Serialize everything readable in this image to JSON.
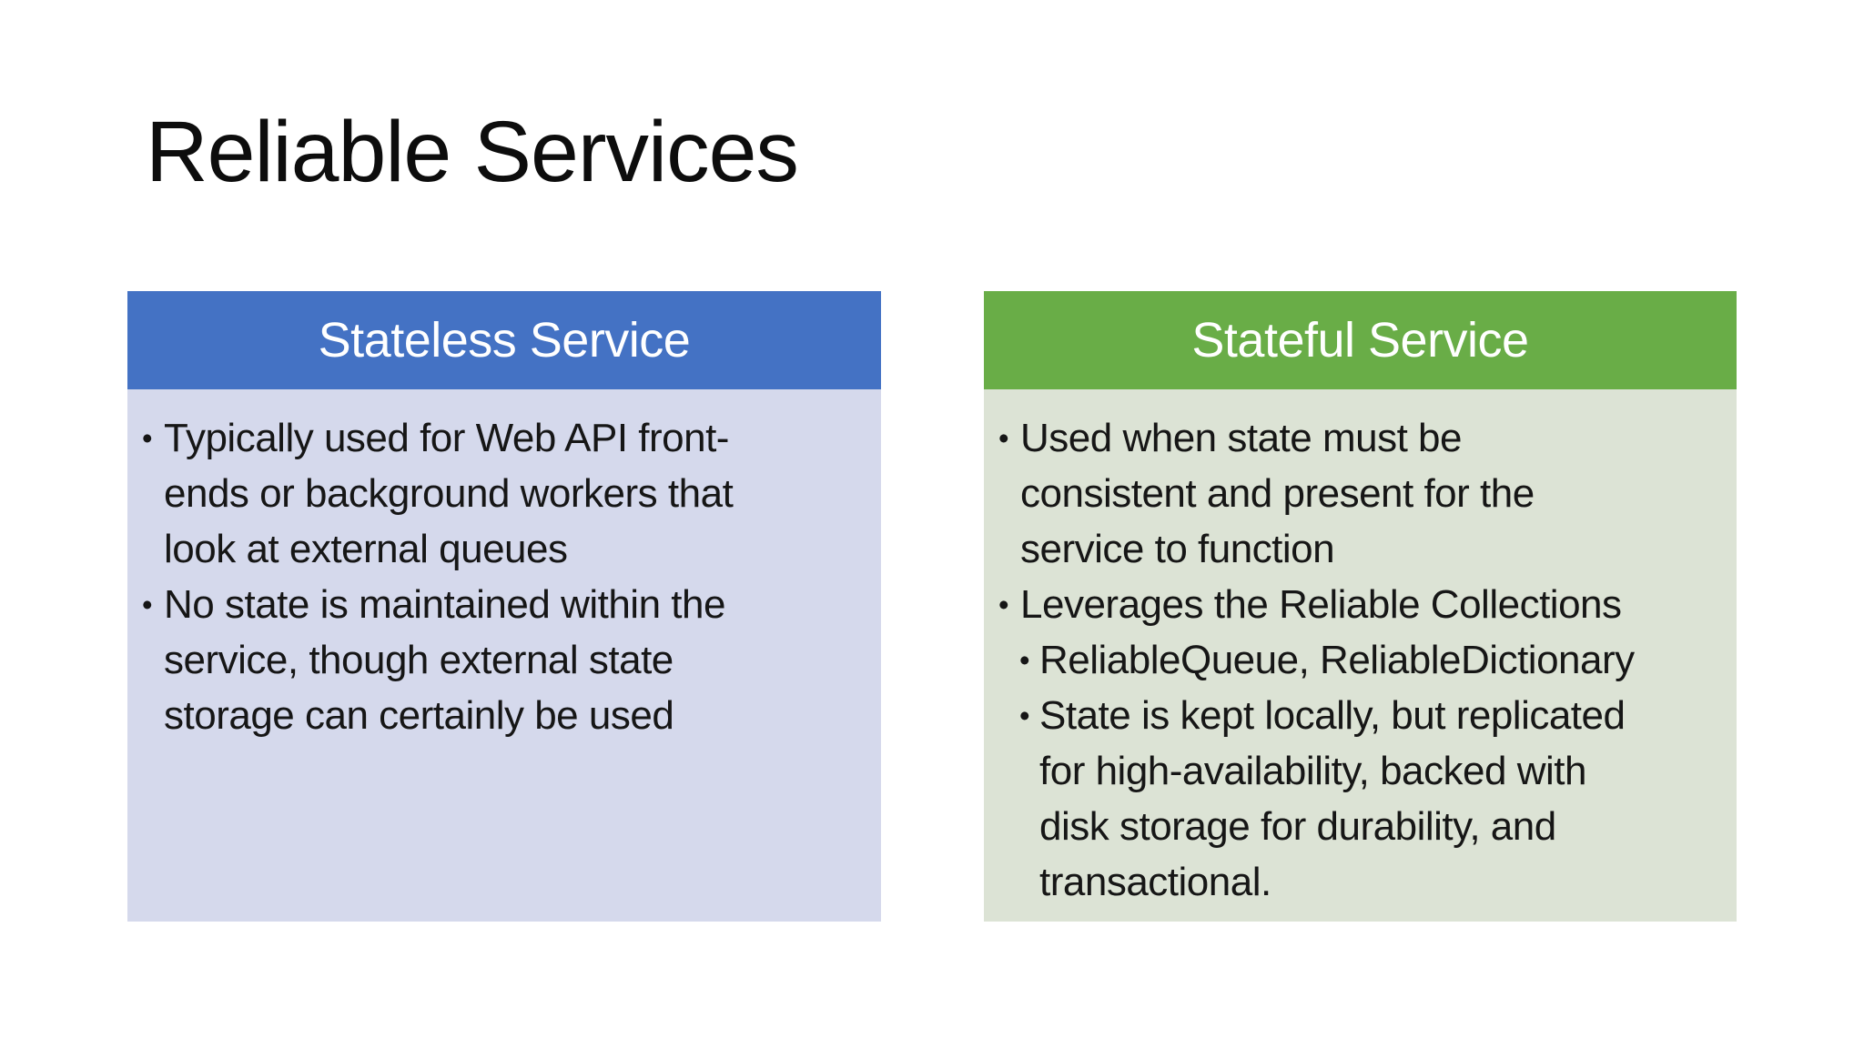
{
  "title": "Reliable Services",
  "colors": {
    "background": "#FFFFFF",
    "title_text": "#0D0D0D",
    "body_text": "#161616",
    "stateless_header_bg": "#4472C4",
    "stateless_body_bg": "#D5D9EC",
    "stateful_header_bg": "#69AD47",
    "stateful_body_bg": "#DCE3D5",
    "header_text": "#FFFFFF"
  },
  "bullet_glyph": "•",
  "cards": [
    {
      "header": "Stateless Service",
      "header_bg": "#4472C4",
      "body_bg": "#D5D9EC",
      "bullets": [
        {
          "text": "Typically used for Web API front-\nends or background workers that\nlook at external queues"
        },
        {
          "text": "No state is maintained within the\nservice, though external state\nstorage can certainly be used"
        }
      ]
    },
    {
      "header": "Stateful Service",
      "header_bg": "#69AD47",
      "body_bg": "#DCE3D5",
      "bullets": [
        {
          "text": "Used when state must be\nconsistent and present for the\nservice to function"
        },
        {
          "text": "Leverages the Reliable Collections",
          "children": [
            {
              "text": "ReliableQueue, ReliableDictionary"
            },
            {
              "text": "State is kept locally, but replicated\nfor high-availability, backed with\ndisk storage for durability, and\ntransactional."
            }
          ]
        }
      ]
    }
  ]
}
